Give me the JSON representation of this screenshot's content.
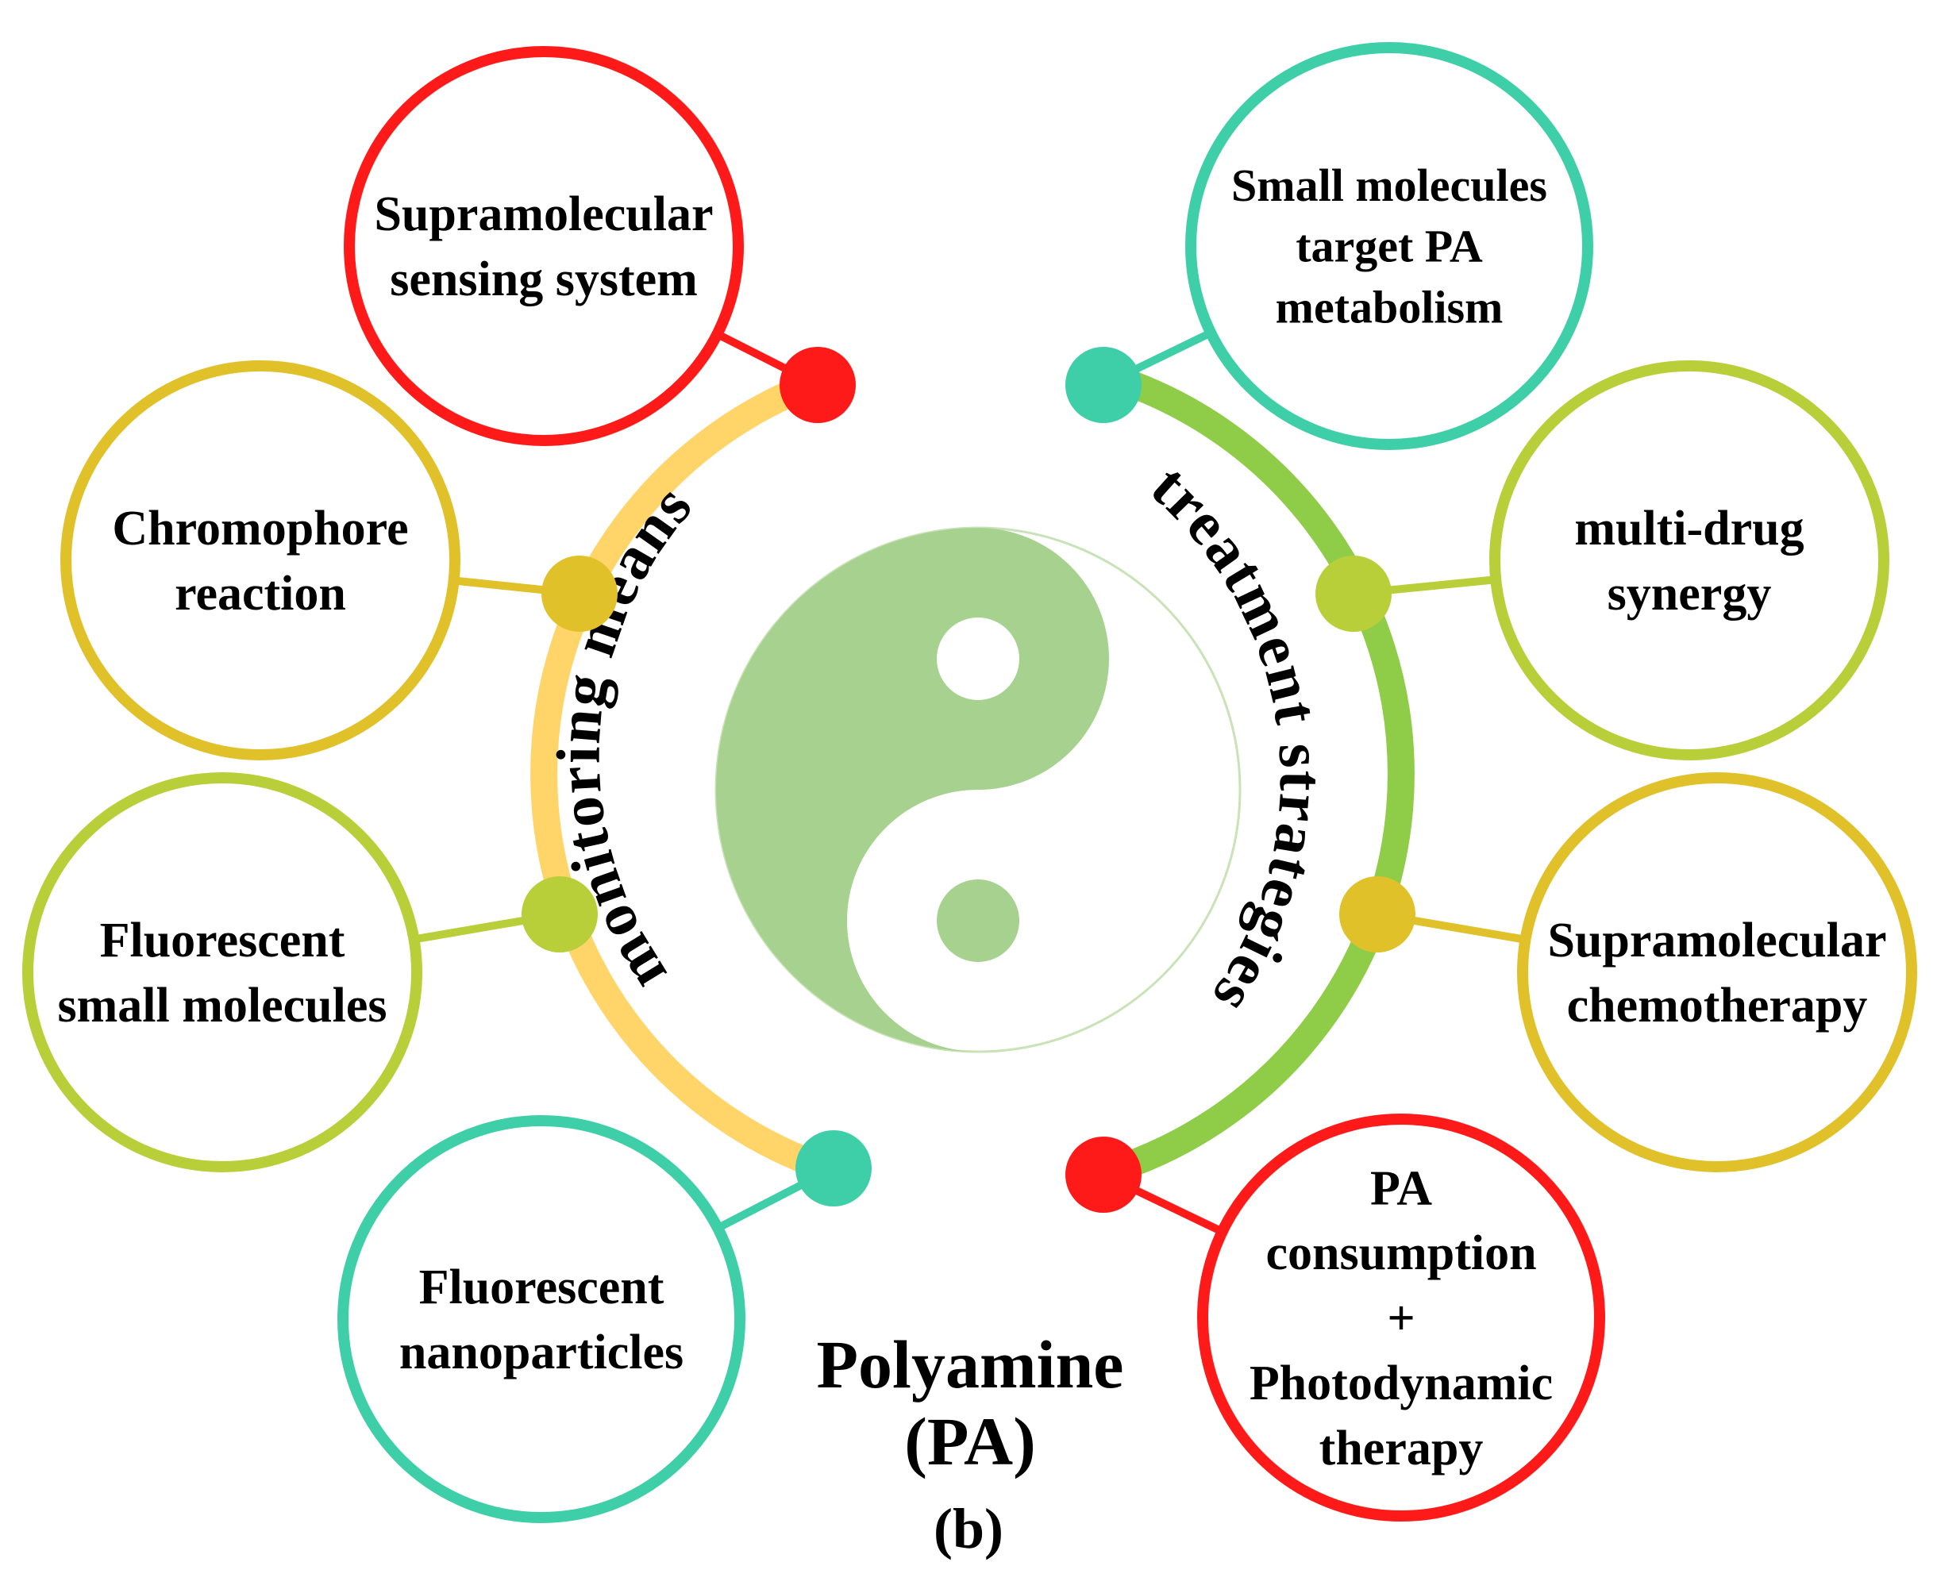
{
  "colors": {
    "red": "#ff1a1a",
    "mustard": "#e0c12a",
    "lime": "#b8cf3a",
    "teal": "#3fcfa8",
    "left_arc": "#ffd56a",
    "right_arc": "#8fcc48",
    "yin_yang": "#a7d18f"
  },
  "left_arc": {
    "label": "monitoring  means",
    "items": [
      {
        "id": "supramolecular-sensing-system",
        "lines": [
          "Supramolecular",
          "sensing system"
        ],
        "color": "red"
      },
      {
        "id": "chromophore-reaction",
        "lines": [
          "Chromophore",
          "reaction"
        ],
        "color": "mustard"
      },
      {
        "id": "fluorescent-small-molecules",
        "lines": [
          "Fluorescent",
          "small molecules"
        ],
        "color": "lime"
      },
      {
        "id": "fluorescent-nanoparticles",
        "lines": [
          "Fluorescent",
          "nanoparticles"
        ],
        "color": "teal"
      }
    ]
  },
  "right_arc": {
    "label": "treatment strategies",
    "items": [
      {
        "id": "small-molecules-target-pa-metabolism",
        "lines": [
          "Small molecules",
          "target PA",
          "metabolism"
        ],
        "color": "teal"
      },
      {
        "id": "multi-drug-synergy",
        "lines": [
          "multi-drug",
          "synergy"
        ],
        "color": "lime"
      },
      {
        "id": "supramolecular-chemotherapy",
        "lines": [
          "Supramolecular",
          "chemotherapy"
        ],
        "color": "mustard"
      },
      {
        "id": "pa-consumption-photodynamic-therapy",
        "lines": [
          "PA",
          "consumption",
          "+",
          "Photodynamic",
          "therapy"
        ],
        "color": "red"
      }
    ]
  },
  "center": {
    "title_line1": "Polyamine",
    "title_line2": "(PA)"
  },
  "panel_label": "(b)"
}
